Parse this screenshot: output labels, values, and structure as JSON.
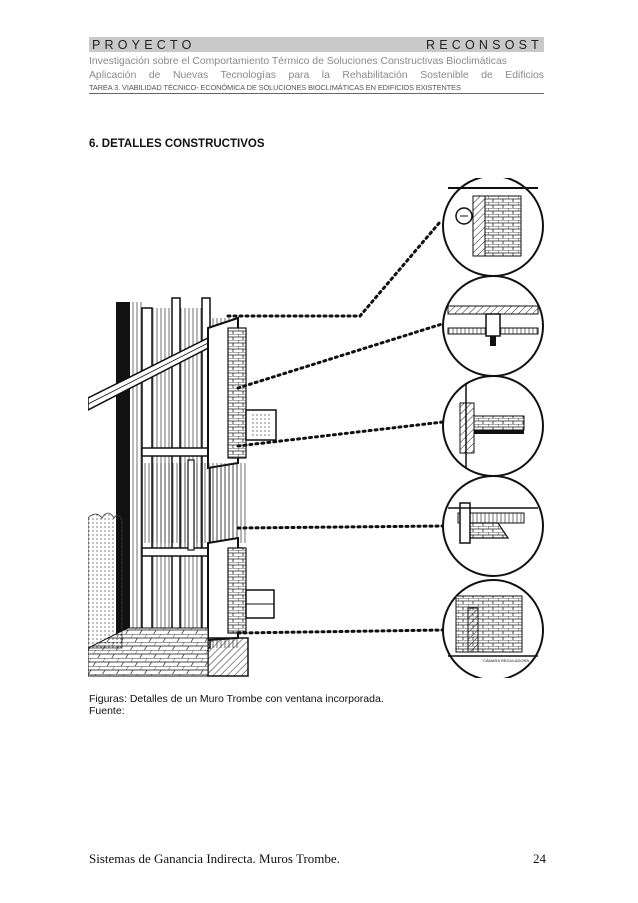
{
  "header": {
    "left": "PROYECTO",
    "right": "RECONSOST",
    "line1": "Investigación sobre el Comportamiento Térmico de Soluciones Constructivas Bioclimáticas",
    "line2": "Aplicación de Nuevas Tecnologías para la Rehabilitación Sostenible de Edificios",
    "line3": "TAREA 3. VIABILIDAD TÉCNICO- ECONÓMICA DE SOLUCIONES BIOCLIMÁTICAS EN EDIFICIOS EXISTENTES"
  },
  "section": {
    "title": "6. DETALLES CONSTRUCTIVOS"
  },
  "figure": {
    "detail_count": 5,
    "small_label": "CÁMARA REGULADORA"
  },
  "caption": {
    "line1": "Figuras: Detalles de un Muro Trombe con ventana incorporada.",
    "line2": "Fuente:"
  },
  "footer": {
    "text": "Sistemas de Ganancia Indirecta. Muros Trombe.",
    "page": "24"
  }
}
